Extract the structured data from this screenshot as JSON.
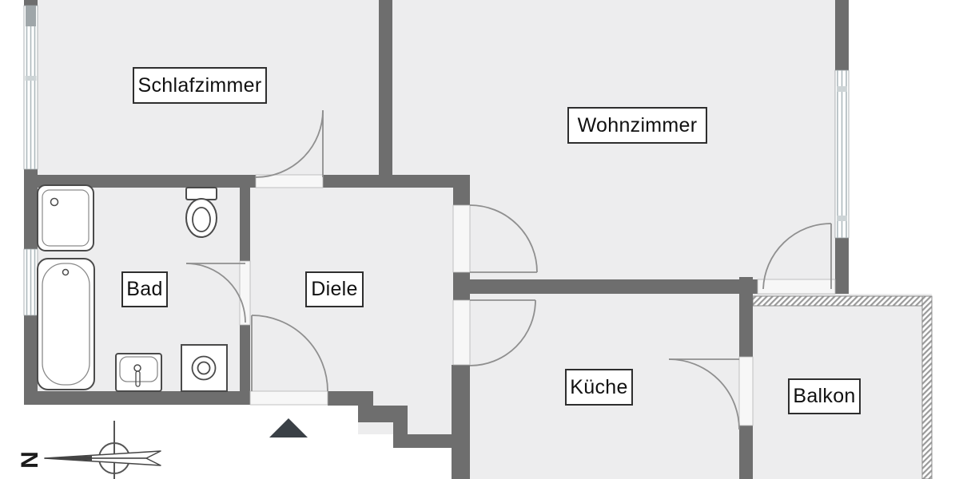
{
  "plan": {
    "rooms": [
      {
        "key": "schlafzimmer",
        "label": "Schlafzimmer"
      },
      {
        "key": "wohnzimmer",
        "label": "Wohnzimmer"
      },
      {
        "key": "bad",
        "label": "Bad"
      },
      {
        "key": "diele",
        "label": "Diele"
      },
      {
        "key": "kueche",
        "label": "Küche"
      },
      {
        "key": "balkon",
        "label": "Balkon"
      }
    ],
    "compass": {
      "north_label": "N"
    },
    "fixtures": [
      "bathtub",
      "shower-tray",
      "toilet",
      "washbasin",
      "washing-machine"
    ],
    "doors": [
      "entrance-door",
      "bedroom-door",
      "bathroom-door",
      "living-room-door",
      "kitchen-door",
      "living-room-balcony-door",
      "kitchen-balcony-door"
    ],
    "windows": [
      "bedroom-window-west",
      "bathroom-window-west",
      "living-room-window-east"
    ],
    "entry_marker": "triangle-up",
    "colors": {
      "background": "#ffffff",
      "floor": "#ededee",
      "wall": "#6e6e6e",
      "door_swing": "#8f8f8f",
      "window_glass": "#aeb9bd",
      "fixture_outline": "#4a4a4a",
      "label_border": "#2e2e2e",
      "entry_marker": "#3a4046"
    }
  }
}
